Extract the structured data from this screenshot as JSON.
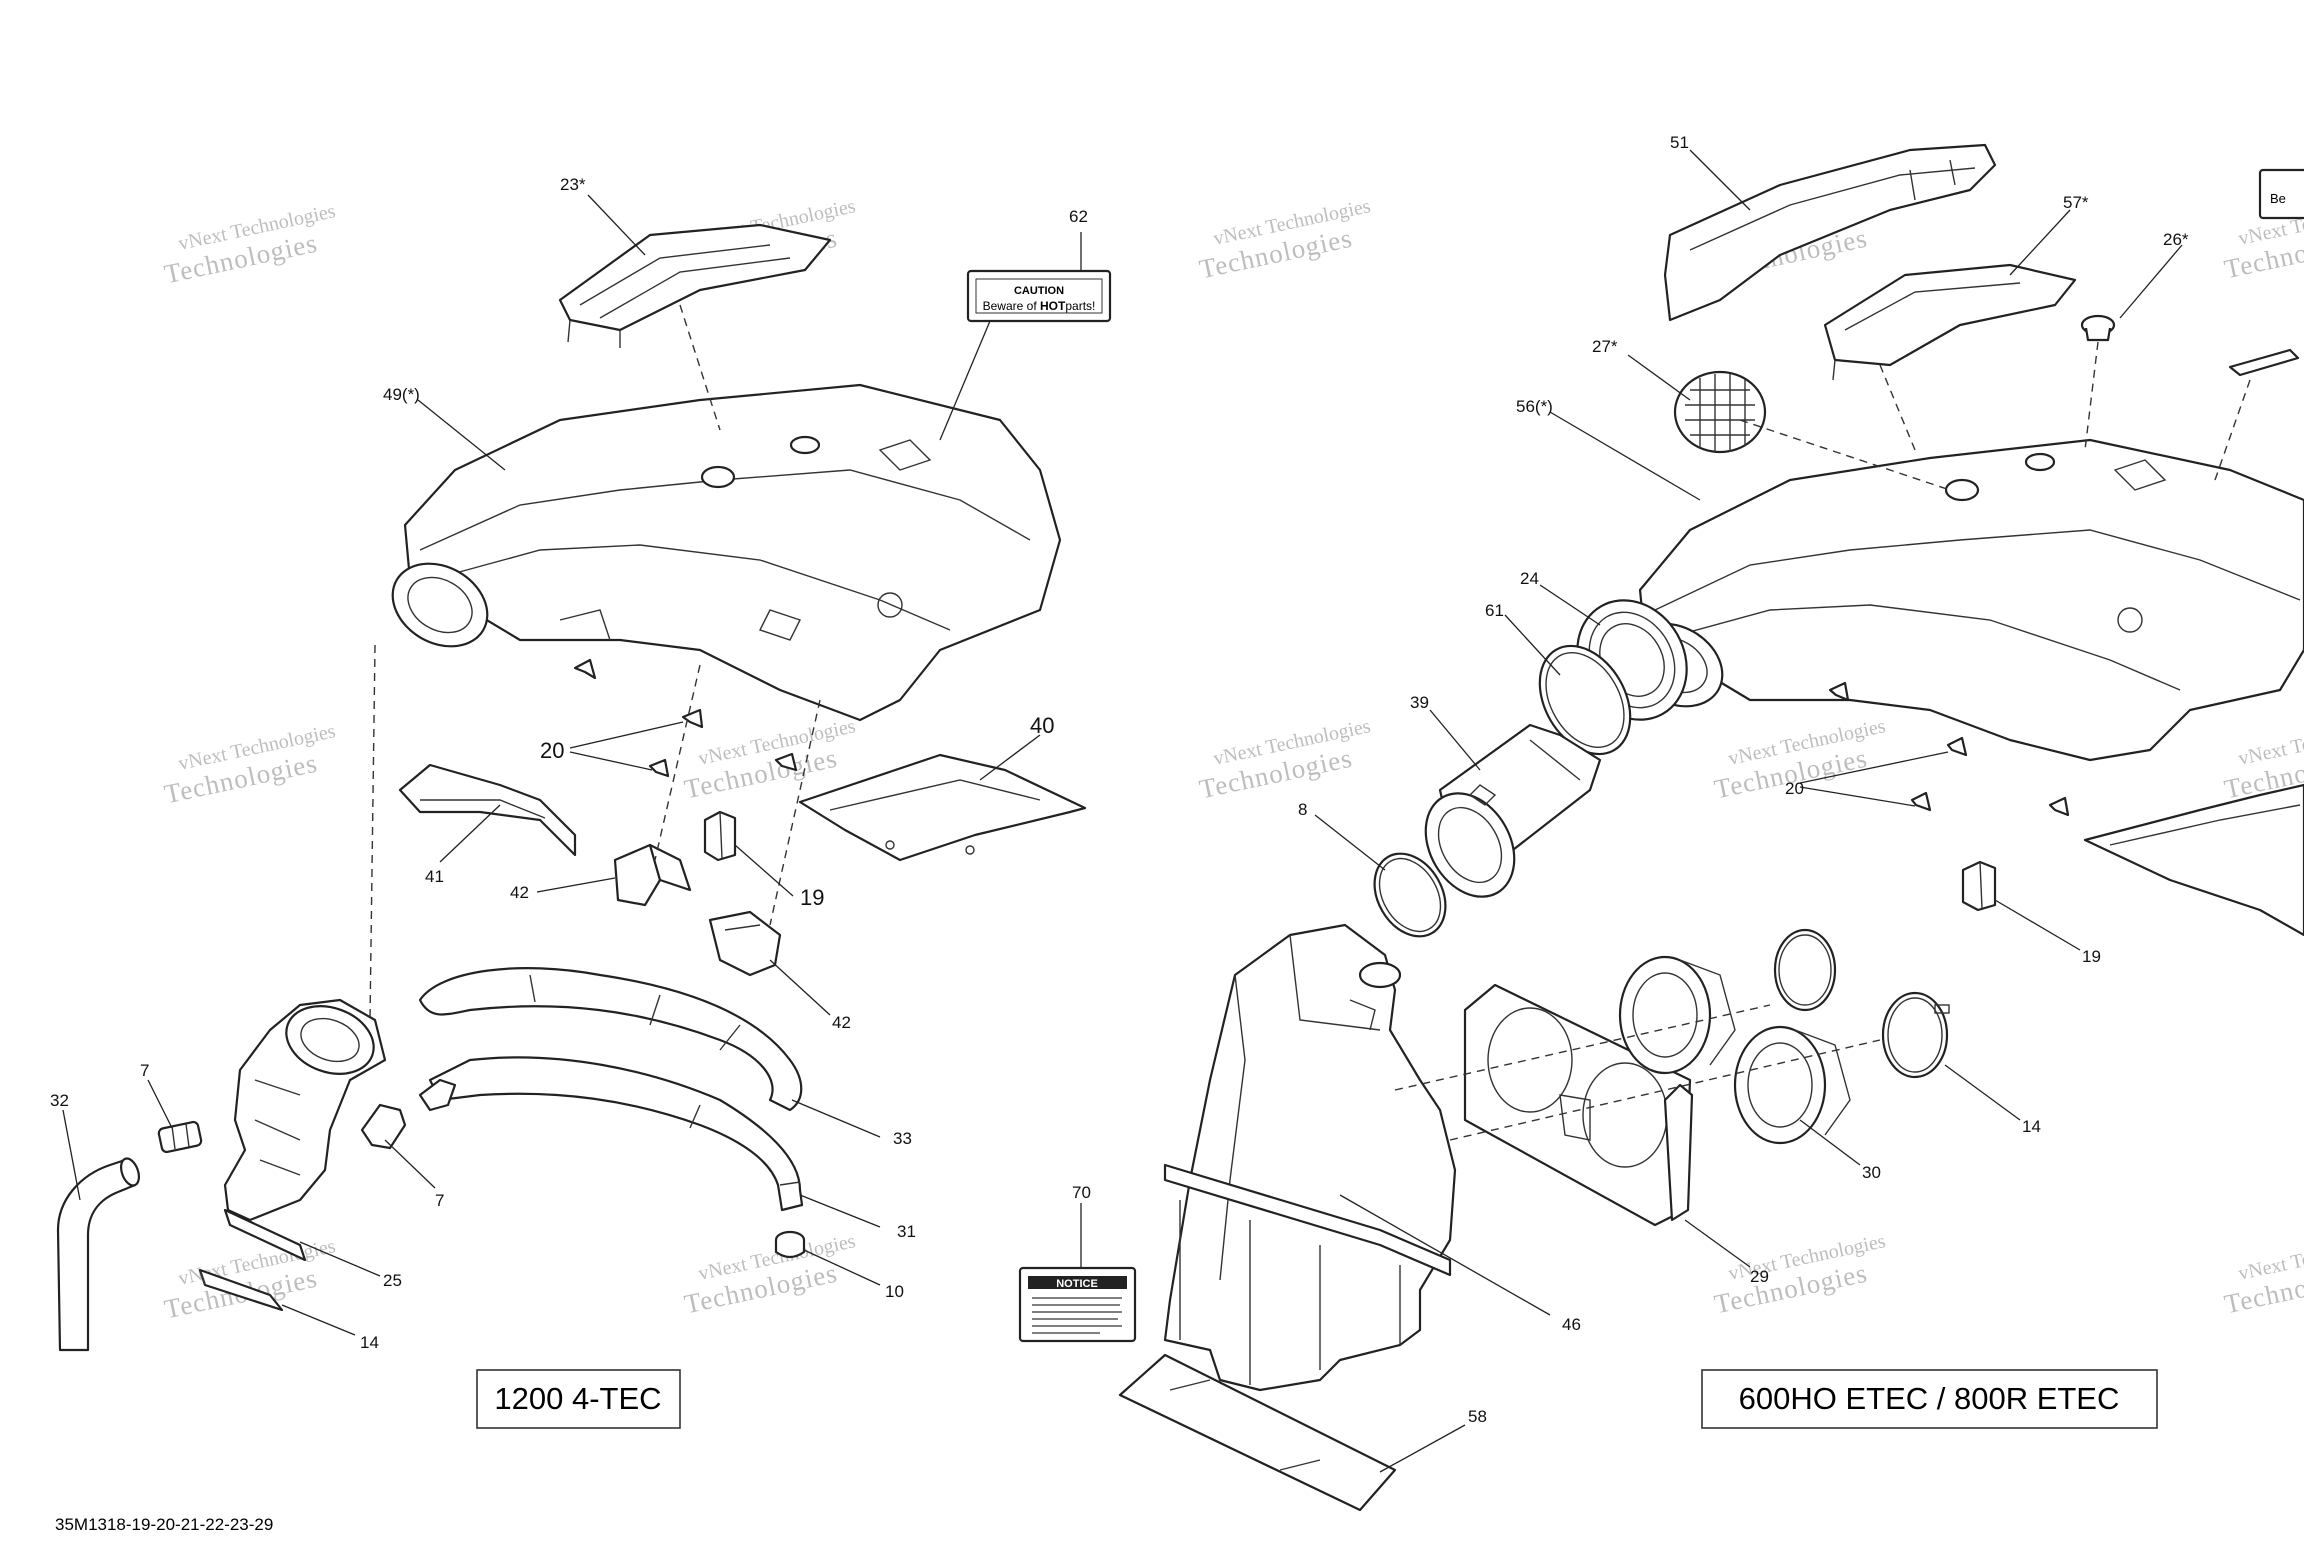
{
  "diagram": {
    "reference_code": "35M1318-19-20-21-22-23-29",
    "left_model": "1200 4-TEC",
    "right_model": "600HO ETEC / 800R ETEC",
    "watermark": {
      "line1": "vNext Technologies",
      "line2": "Technologies"
    },
    "decals": {
      "caution_title": "CAUTION",
      "caution_text_prefix": "Beware of ",
      "caution_text_bold": "HOT",
      "caution_text_suffix": "parts!",
      "notice_title": "NOTICE",
      "partial_label": "Be"
    },
    "callouts": {
      "l_23": "23*",
      "l_62": "62",
      "l_49": "49(*)",
      "l_20": "20",
      "l_40": "40",
      "l_41": "41",
      "l_42a": "42",
      "l_19": "19",
      "l_42b": "42",
      "l_32": "32",
      "l_7a": "7",
      "l_7b": "7",
      "l_33": "33",
      "l_31": "31",
      "l_25": "25",
      "l_10": "10",
      "l_14": "14",
      "r_51": "51",
      "r_57": "57*",
      "r_26": "26*",
      "r_27": "27*",
      "r_56": "56(*)",
      "r_24": "24",
      "r_61": "61",
      "r_39": "39",
      "r_8": "8",
      "r_20": "20",
      "r_19": "19",
      "r_14": "14",
      "r_30": "30",
      "r_29": "29",
      "r_70": "70",
      "r_46": "46",
      "r_58": "58"
    }
  }
}
